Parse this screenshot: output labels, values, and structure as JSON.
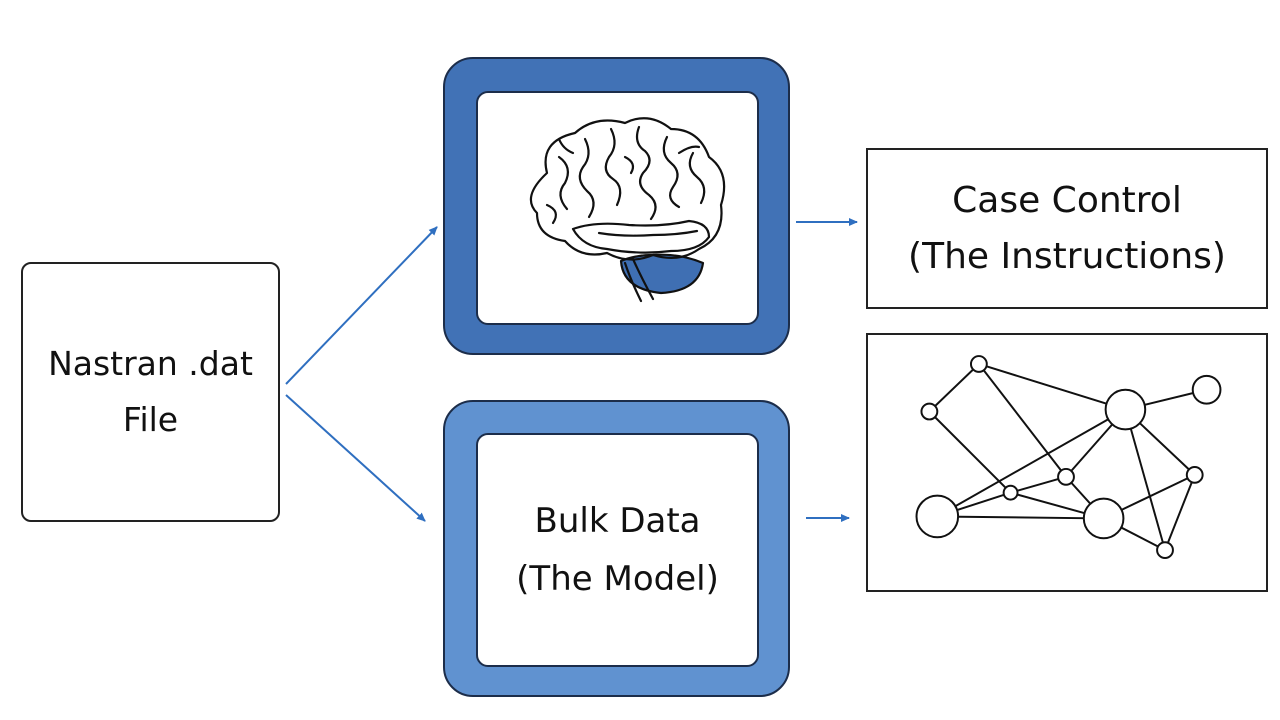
{
  "source": {
    "line1": "Nastran .dat",
    "line2": "File"
  },
  "bulk_data": {
    "line1": "Bulk Data",
    "line2": "(The Model)"
  },
  "case_control": {
    "line1": "Case Control",
    "line2": "(The Instructions)"
  },
  "icons": {
    "brain": "brain-icon",
    "network": "network-graph-icon"
  },
  "colors": {
    "frame_top": "#4172b6",
    "frame_bottom": "#6092d0",
    "arrow": "#2f6fc0",
    "outline": "#222222",
    "brain_fill": "#3f6fb3"
  }
}
